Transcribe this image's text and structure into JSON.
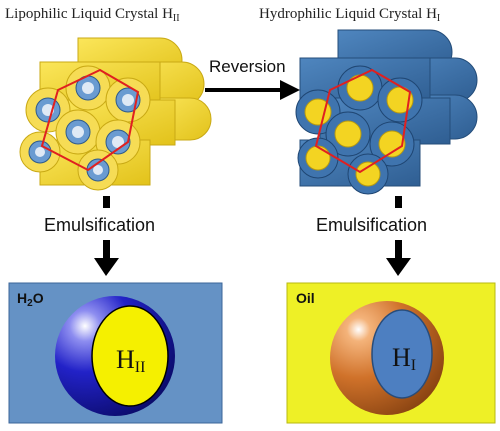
{
  "left_title": {
    "main": "Lipophilic Liquid Crystal H",
    "sub": "II"
  },
  "right_title": {
    "main": "Hydrophilic Liquid Crystal H",
    "sub": "I"
  },
  "middle_arrow_label": "Reversion",
  "left_step_label": "Emulsification",
  "right_step_label": "Emulsification",
  "left_box": {
    "corner_label": "H",
    "corner_sub": "2",
    "corner_tail": "O",
    "droplet_label": "H",
    "droplet_sub": "II"
  },
  "right_box": {
    "corner_label": "Oil",
    "droplet_label": "H",
    "droplet_sub": "I"
  },
  "colors": {
    "yellow": "#f2d21b",
    "blue_rod": "#3b6ea5",
    "water_bg": "#5f8fc2",
    "oil_bg": "#eef02a",
    "sphere_blue": "#2121b8",
    "sphere_orange": "#d2762c",
    "hexagon": "#e02020"
  }
}
